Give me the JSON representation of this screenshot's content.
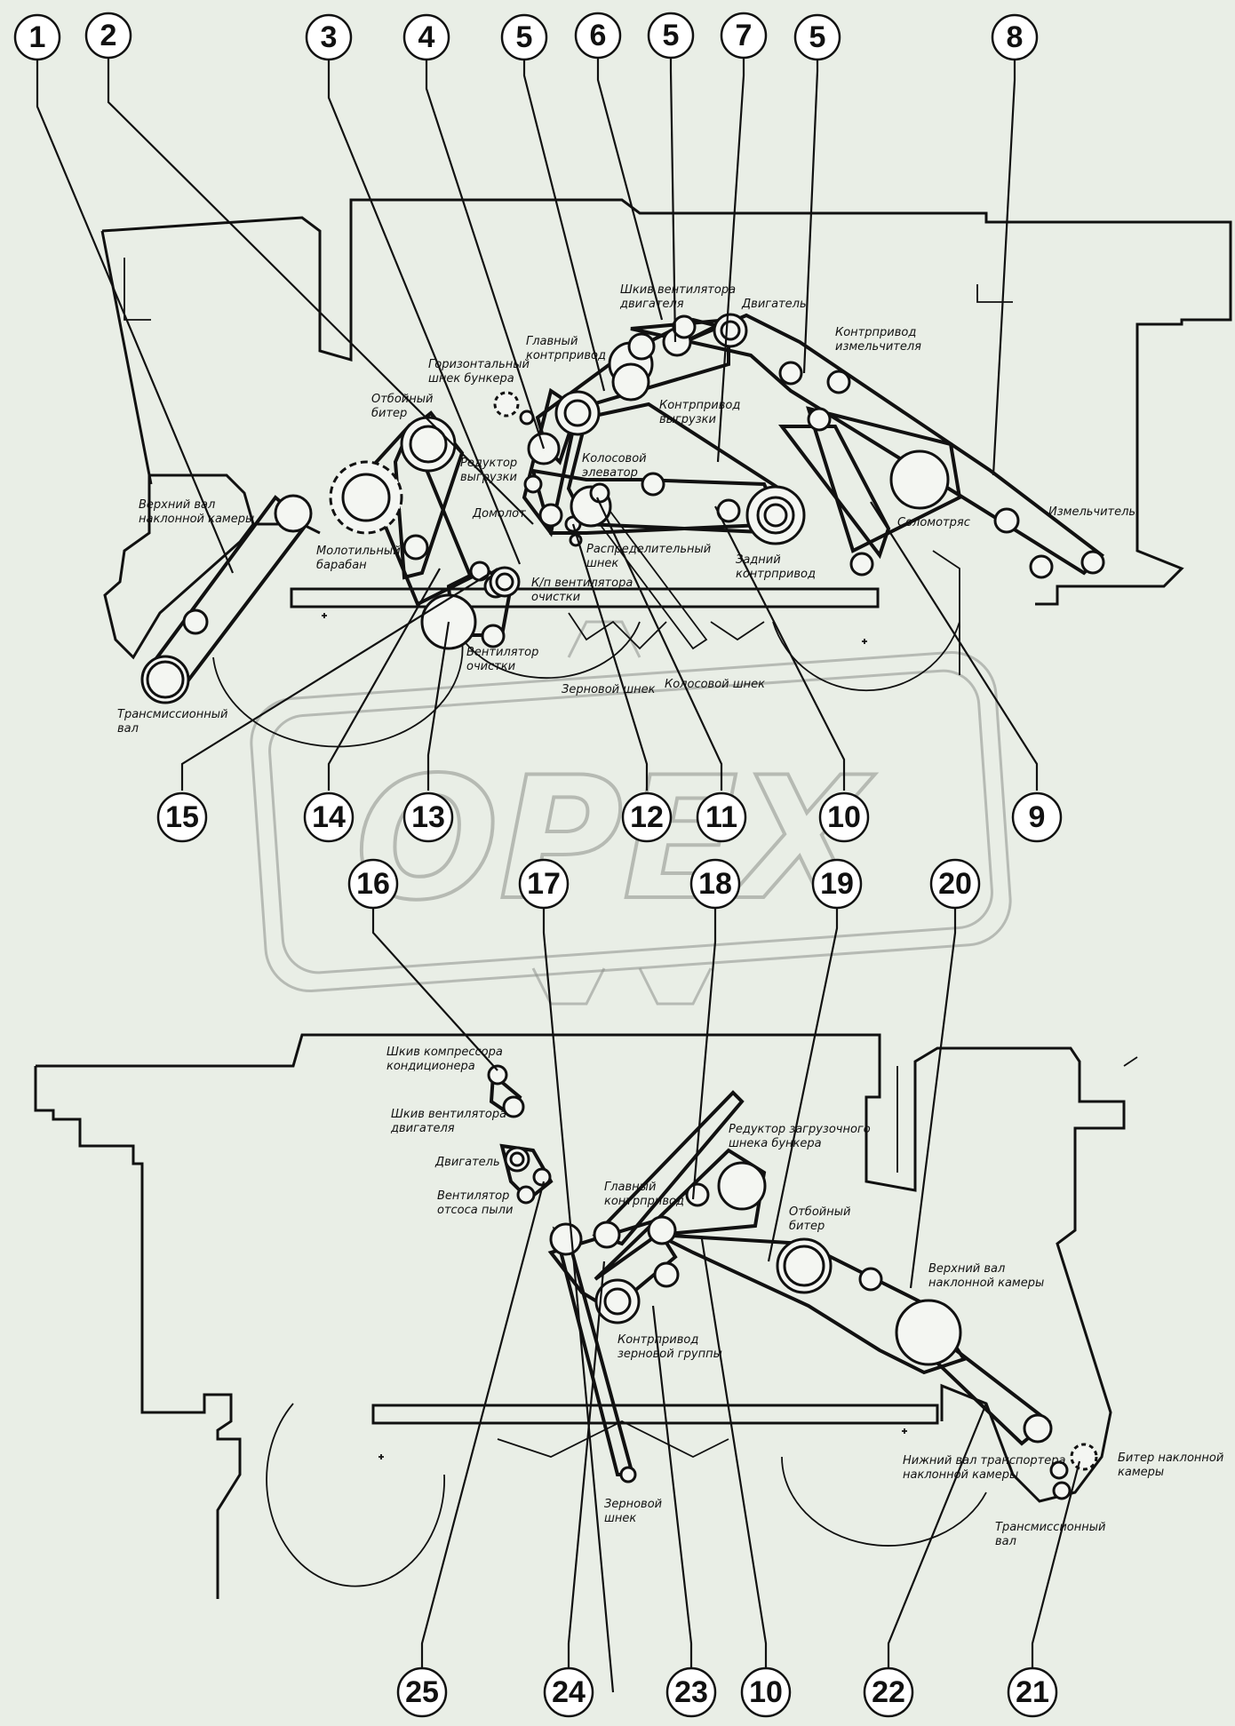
{
  "watermark": {
    "text": "OPEX"
  },
  "callouts": [
    {
      "id": "c1",
      "n": "1"
    },
    {
      "id": "c2",
      "n": "2"
    },
    {
      "id": "c3",
      "n": "3"
    },
    {
      "id": "c4",
      "n": "4"
    },
    {
      "id": "c5a",
      "n": "5"
    },
    {
      "id": "c6",
      "n": "6"
    },
    {
      "id": "c5b",
      "n": "5"
    },
    {
      "id": "c7",
      "n": "7"
    },
    {
      "id": "c5c",
      "n": "5"
    },
    {
      "id": "c8",
      "n": "8"
    },
    {
      "id": "c15",
      "n": "15"
    },
    {
      "id": "c14",
      "n": "14"
    },
    {
      "id": "c13",
      "n": "13"
    },
    {
      "id": "c12",
      "n": "12"
    },
    {
      "id": "c11",
      "n": "11"
    },
    {
      "id": "c10a",
      "n": "10"
    },
    {
      "id": "c9",
      "n": "9"
    },
    {
      "id": "c16",
      "n": "16"
    },
    {
      "id": "c17",
      "n": "17"
    },
    {
      "id": "c18",
      "n": "18"
    },
    {
      "id": "c19",
      "n": "19"
    },
    {
      "id": "c20",
      "n": "20"
    },
    {
      "id": "c25",
      "n": "25"
    },
    {
      "id": "c24",
      "n": "24"
    },
    {
      "id": "c23",
      "n": "23"
    },
    {
      "id": "c10b",
      "n": "10"
    },
    {
      "id": "c22",
      "n": "22"
    },
    {
      "id": "c21",
      "n": "21"
    }
  ],
  "labels_top": [
    {
      "id": "t1",
      "lines": [
        "Шкив вентилятора",
        "двигателя"
      ]
    },
    {
      "id": "t2",
      "lines": [
        "Двигатель"
      ]
    },
    {
      "id": "t3",
      "lines": [
        "Главный",
        "контрпривод"
      ]
    },
    {
      "id": "t4",
      "lines": [
        "Контрпривод",
        "измельчителя"
      ]
    },
    {
      "id": "t5",
      "lines": [
        "Горизонтальный",
        "шнек бункера"
      ]
    },
    {
      "id": "t6",
      "lines": [
        "Отбойный",
        "битер"
      ]
    },
    {
      "id": "t7",
      "lines": [
        "Контрпривод",
        "выгрузки"
      ]
    },
    {
      "id": "t8",
      "lines": [
        "Редуктор",
        "выгрузки"
      ]
    },
    {
      "id": "t9",
      "lines": [
        "Колосовой",
        "элеватор"
      ]
    },
    {
      "id": "t10",
      "lines": [
        "Верхний вал",
        "наклонной камеры"
      ]
    },
    {
      "id": "t11",
      "lines": [
        "Домолот"
      ]
    },
    {
      "id": "t12",
      "lines": [
        "Соломотряс"
      ]
    },
    {
      "id": "t13",
      "lines": [
        "Измельчитель"
      ]
    },
    {
      "id": "t14",
      "lines": [
        "Молотильный",
        "барабан"
      ]
    },
    {
      "id": "t15",
      "lines": [
        "Распределительный",
        "шнек"
      ]
    },
    {
      "id": "t16",
      "lines": [
        "Задний",
        "контрпривод"
      ]
    },
    {
      "id": "t17",
      "lines": [
        "К/п вентилятора",
        "очистки"
      ]
    },
    {
      "id": "t18",
      "lines": [
        "Вентилятор",
        "очистки"
      ]
    },
    {
      "id": "t19",
      "lines": [
        "Зерновой шнек"
      ]
    },
    {
      "id": "t20",
      "lines": [
        "Колосовой шнек"
      ]
    },
    {
      "id": "t21",
      "lines": [
        "Трансмиссионный",
        "вал"
      ]
    }
  ],
  "labels_bottom": [
    {
      "id": "b1",
      "lines": [
        "Шкив компрессора",
        "кондиционера"
      ]
    },
    {
      "id": "b2",
      "lines": [
        "Шкив вентилятора",
        "двигателя"
      ]
    },
    {
      "id": "b3",
      "lines": [
        "Двигатель"
      ]
    },
    {
      "id": "b4",
      "lines": [
        "Вентилятор",
        "отсоса пыли"
      ]
    },
    {
      "id": "b5",
      "lines": [
        "Редуктор загрузочного",
        "шнека бункера"
      ]
    },
    {
      "id": "b6",
      "lines": [
        "Главный",
        "контрпривод"
      ]
    },
    {
      "id": "b7",
      "lines": [
        "Отбойный",
        "битер"
      ]
    },
    {
      "id": "b8",
      "lines": [
        "Верхний вал",
        "наклонной камеры"
      ]
    },
    {
      "id": "b9",
      "lines": [
        "Контрпривод",
        "зерновой группы"
      ]
    },
    {
      "id": "b10",
      "lines": [
        "Нижний вал транспортера",
        "наклонной камеры"
      ]
    },
    {
      "id": "b11",
      "lines": [
        "Битер наклонной",
        "камеры"
      ]
    },
    {
      "id": "b12",
      "lines": [
        "Трансмиссионный",
        "вал"
      ]
    },
    {
      "id": "b13",
      "lines": [
        "Зерновой",
        "шнек"
      ]
    }
  ]
}
